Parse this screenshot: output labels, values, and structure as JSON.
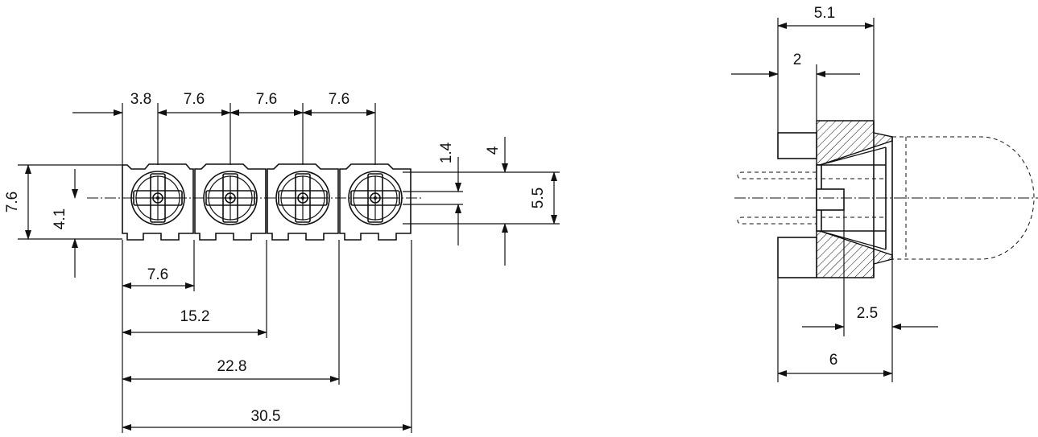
{
  "front_view": {
    "pitch_dims": [
      "3.8",
      "7.6",
      "7.6",
      "7.6"
    ],
    "height_dim": "7.6",
    "center_offset_dim": "4.1",
    "lead_offset_dim": "1.4",
    "lead_spacing_dim": "4",
    "lead_span_dim": "5.5",
    "cumulative_dims": [
      "7.6",
      "15.2",
      "22.8",
      "30.5"
    ]
  },
  "side_view": {
    "top_width_dim": "5.1",
    "flange_dim": "2",
    "lens_offset_dim": "2.5",
    "depth_dim": "6"
  }
}
